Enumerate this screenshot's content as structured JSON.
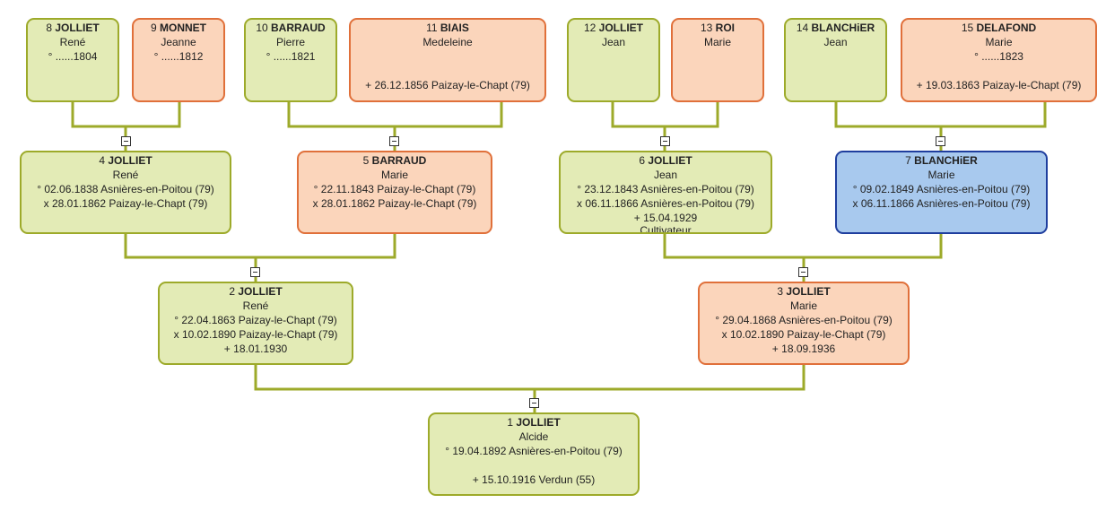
{
  "persons": [
    {
      "id": "p8",
      "num": "8",
      "surname": "JOLLIET",
      "first": "René",
      "lines": [
        "° ......1804"
      ]
    },
    {
      "id": "p9",
      "num": "9",
      "surname": "MONNET",
      "first": "Jeanne",
      "lines": [
        "° ......1812"
      ]
    },
    {
      "id": "p10",
      "num": "10",
      "surname": "BARRAUD",
      "first": "Pierre",
      "lines": [
        "° ......1821"
      ]
    },
    {
      "id": "p11",
      "num": "11",
      "surname": "BIAIS",
      "first": "Medeleine",
      "lines": [
        "",
        "",
        "+ 26.12.1856 Paizay-le-Chapt (79)"
      ]
    },
    {
      "id": "p12",
      "num": "12",
      "surname": "JOLLIET",
      "first": "Jean",
      "lines": []
    },
    {
      "id": "p13",
      "num": "13",
      "surname": "ROI",
      "first": "Marie",
      "lines": []
    },
    {
      "id": "p14",
      "num": "14",
      "surname": "BLANCHiER",
      "first": "Jean",
      "lines": []
    },
    {
      "id": "p15",
      "num": "15",
      "surname": "DELAFOND",
      "first": "Marie",
      "lines": [
        "° ......1823",
        "",
        "+ 19.03.1863 Paizay-le-Chapt (79)"
      ]
    },
    {
      "id": "p4",
      "num": "4",
      "surname": "JOLLIET",
      "first": "René",
      "lines": [
        "° 02.06.1838 Asnières-en-Poitou (79)",
        "x 28.01.1862 Paizay-le-Chapt (79)"
      ]
    },
    {
      "id": "p5",
      "num": "5",
      "surname": "BARRAUD",
      "first": "Marie",
      "lines": [
        "° 22.11.1843 Paizay-le-Chapt (79)",
        "x 28.01.1862 Paizay-le-Chapt (79)"
      ]
    },
    {
      "id": "p6",
      "num": "6",
      "surname": "JOLLIET",
      "first": "Jean",
      "lines": [
        "° 23.12.1843 Asnières-en-Poitou (79)",
        "x 06.11.1866 Asnières-en-Poitou (79)",
        "+ 15.04.1929",
        "Cultivateur"
      ]
    },
    {
      "id": "p7",
      "num": "7",
      "surname": "BLANCHiER",
      "first": "Marie",
      "lines": [
        "° 09.02.1849 Asnières-en-Poitou (79)",
        "x 06.11.1866 Asnières-en-Poitou (79)"
      ]
    },
    {
      "id": "p2",
      "num": "2",
      "surname": "JOLLIET",
      "first": "René",
      "lines": [
        "° 22.04.1863 Paizay-le-Chapt (79)",
        "x 10.02.1890 Paizay-le-Chapt (79)",
        "+ 18.01.1930"
      ]
    },
    {
      "id": "p3",
      "num": "3",
      "surname": "JOLLIET",
      "first": "Marie",
      "lines": [
        "° 29.04.1868 Asnières-en-Poitou (79)",
        "x 10.02.1890 Paizay-le-Chapt (79)",
        "+ 18.09.1936"
      ]
    },
    {
      "id": "p1",
      "num": "1",
      "surname": "JOLLIET",
      "first": "Alcide",
      "lines": [
        "° 19.04.1892 Asnières-en-Poitou (79)",
        "",
        "+ 15.10.1916 Verdun (55)"
      ]
    }
  ],
  "colors": {
    "male_fill": "#e3ebb6",
    "male_border": "#9daa2a",
    "female_fill": "#fbd5bb",
    "female_border": "#e0703a",
    "selected_fill": "#a8c9ee",
    "selected_border": "#1f3e9e",
    "connector": "#9daa2a"
  }
}
